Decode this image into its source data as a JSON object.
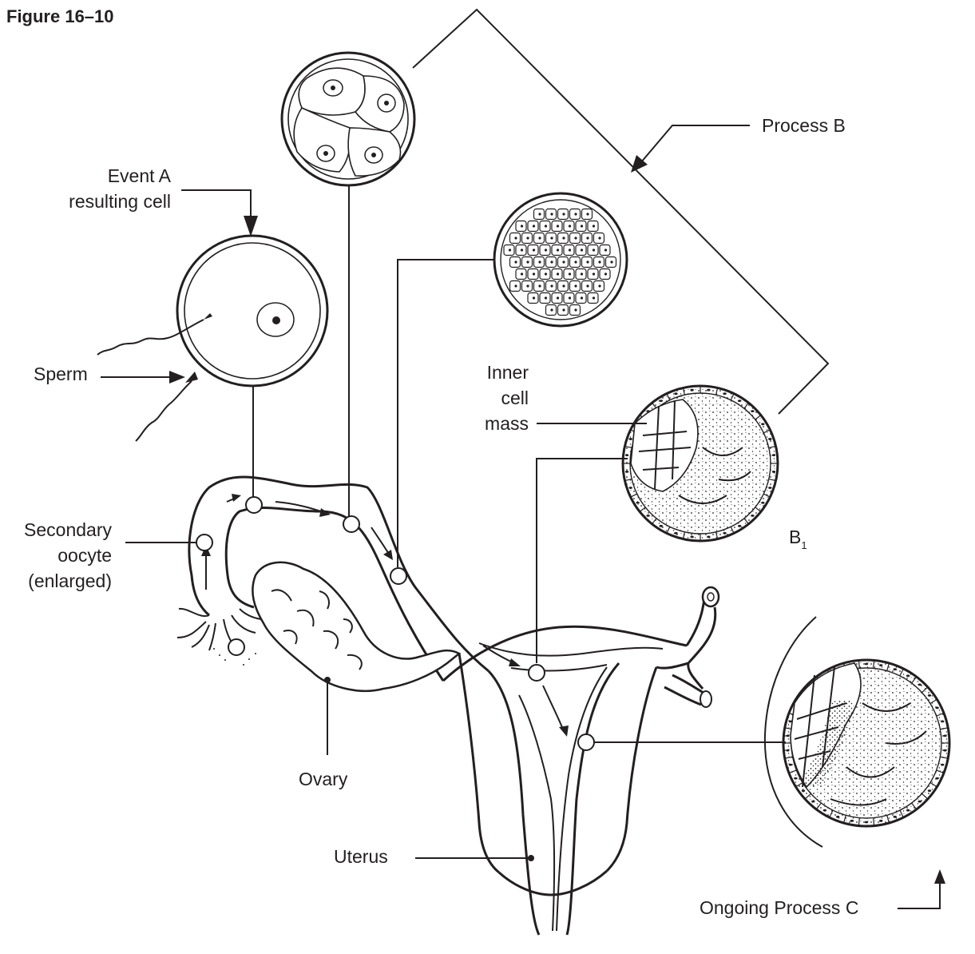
{
  "figure": {
    "title": "Figure 16–10"
  },
  "labels": {
    "event_a_line1": "Event A",
    "event_a_line2": "resulting cell",
    "process_b": "Process B",
    "sperm": "Sperm",
    "inner_cell_mass_line1": "Inner",
    "inner_cell_mass_line2": "cell",
    "inner_cell_mass_line3": "mass",
    "secondary_oocyte_line1": "Secondary",
    "secondary_oocyte_line2": "oocyte",
    "secondary_oocyte_line3": "(enlarged)",
    "b1_main": "B",
    "b1_sub": "1",
    "ovary": "Ovary",
    "uterus": "Uterus",
    "ongoing_process_c": "Ongoing Process C"
  }
}
